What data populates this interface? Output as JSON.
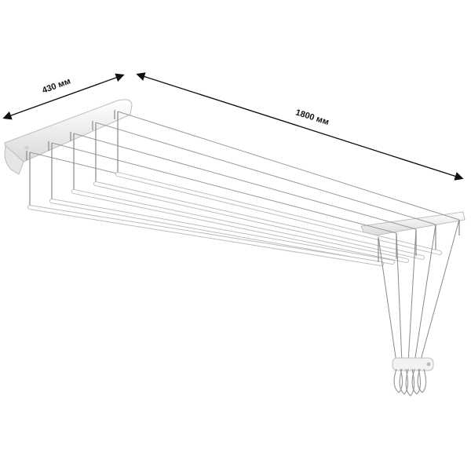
{
  "dimensions": {
    "width_label": "430 мм",
    "length_label": "1800 мм"
  },
  "colors": {
    "background": "#ffffff",
    "frame": "#f2f2f2",
    "frame_shadow": "#cfcfcf",
    "rod": "#ffffff",
    "rod_edge": "#bdbdbd",
    "cord": "#9a9a9a",
    "dimension_line": "#111111"
  },
  "rack": {
    "rod_count": 5
  }
}
